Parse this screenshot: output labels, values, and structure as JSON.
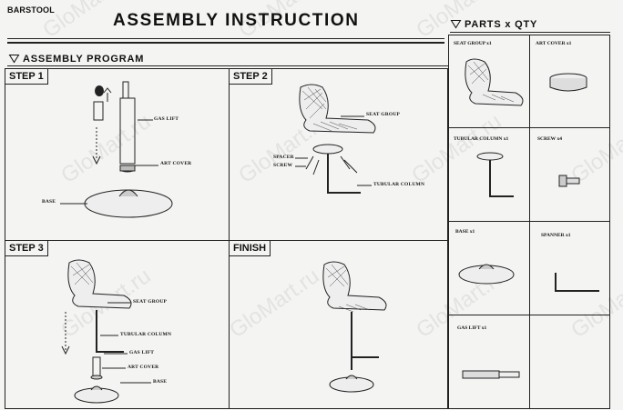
{
  "header": {
    "product": "BARSTOOL",
    "title": "ASSEMBLY INSTRUCTION",
    "program_title": "ASSEMBLY PROGRAM",
    "parts_title": "PARTS x QTY"
  },
  "steps": [
    {
      "label": "STEP 1",
      "callouts": {
        "gas_lift": "GAS LIFT",
        "art_cover": "ART COVER",
        "base": "BASE"
      }
    },
    {
      "label": "STEP 2",
      "callouts": {
        "seat_group": "SEAT GROUP",
        "spacer": "SPACER",
        "screw": "SCREW",
        "tubular_column": "TUBULAR COLUMN"
      }
    },
    {
      "label": "STEP 3",
      "callouts": {
        "seat_group": "SEAT GROUP",
        "tubular_column": "TUBULAR COLUMN",
        "gas_lift": "GAS LIFT",
        "art_cover": "ART COVER",
        "base": "BASE"
      }
    },
    {
      "label": "FINISH"
    }
  ],
  "parts": [
    {
      "name": "SEAT GROUP x1"
    },
    {
      "name": "ART COVER x1"
    },
    {
      "name": "TUBULAR COLUMN x1"
    },
    {
      "name": "SCREW x4"
    },
    {
      "name": "BASE x1"
    },
    {
      "name": "SPANNER x1"
    },
    {
      "name": "GAS LIFT x1"
    },
    {
      "name": ""
    }
  ],
  "watermark": "GloMart.ru"
}
